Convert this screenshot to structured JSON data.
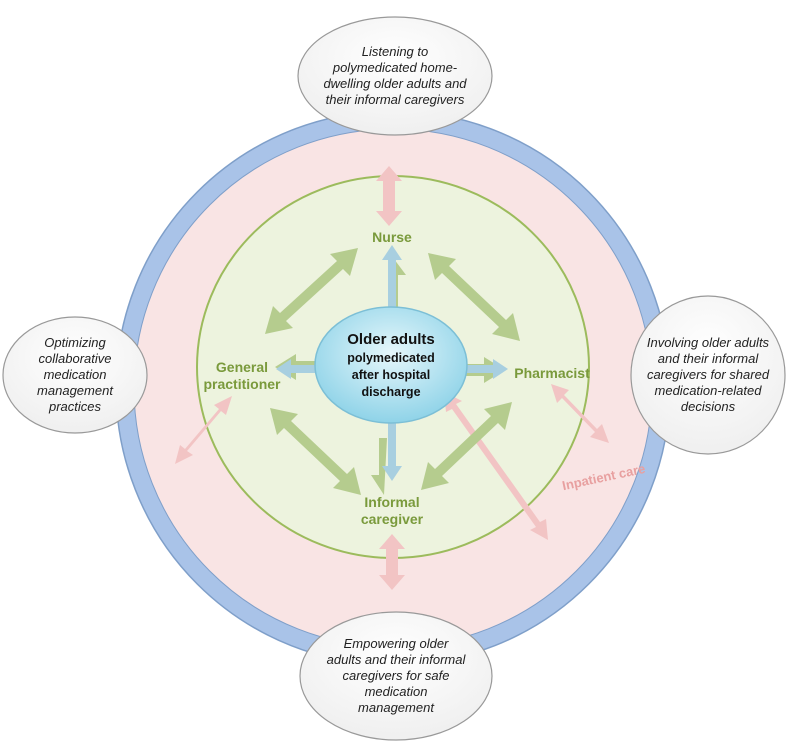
{
  "center": {
    "title": "Older adults",
    "subtitle": "polymedicated after hospital discharge"
  },
  "roles": {
    "nurse": "Nurse",
    "general_practitioner": "General practitioner",
    "pharmacist": "Pharmacist",
    "informal_caregiver": "Informal caregiver"
  },
  "inpatient_label": "Inpatient care",
  "bubbles": {
    "top": "Listening to polymedicated home-dwelling older adults and their informal caregivers",
    "left": "Optimizing collaborative medication management practices",
    "right": "Involving older adults and their informal caregivers for shared medication-related decisions",
    "bottom": "Empowering older adults and their informal caregivers for safe medication management"
  },
  "colors": {
    "outer_ring": "#a9c3e8",
    "outer_fill": "#f9e4e4",
    "inner_fill": "#edf3de",
    "inner_stroke": "#9cbb5c",
    "green_arrow": "#b5cc8e",
    "blue_arrow": "#a8cfe0",
    "pink_arrow": "#f2c4c4",
    "role_text": "#7a9a3c",
    "inpatient_text": "#e8a0a0",
    "center_fill": "#b9e6f2"
  }
}
